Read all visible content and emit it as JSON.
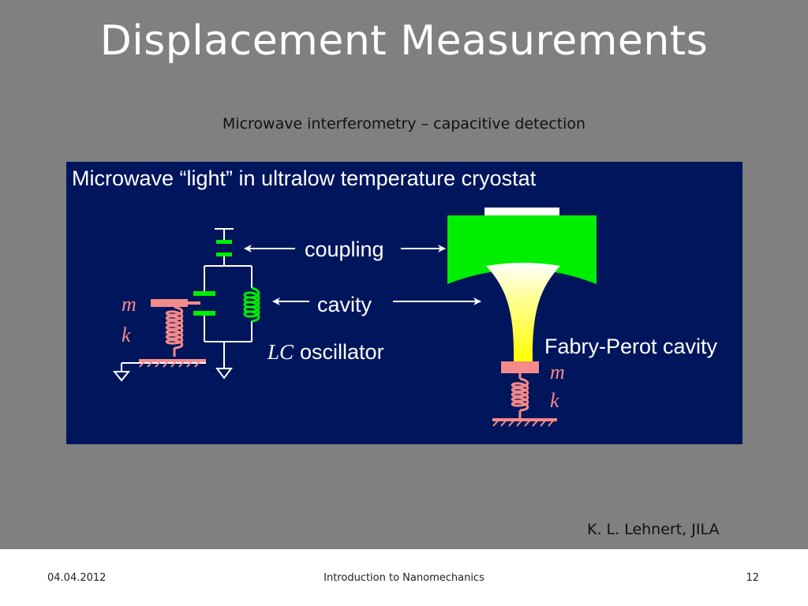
{
  "slide": {
    "title": "Displacement Measurements",
    "subtitle": "Microwave interferometry – capacitive detection",
    "credit": "K. L. Lehnert, JILA"
  },
  "figure": {
    "heading": "Microwave “light” in ultralow temperature cryostat",
    "label_coupling": "coupling",
    "label_cavity": "cavity",
    "label_lc_italic": "LC",
    "label_oscillator": "oscillator",
    "label_fabry_perot": "Fabry-Perot cavity",
    "mass_symbol_left": "m",
    "spring_symbol_left": "k",
    "mass_symbol_right": "m",
    "spring_symbol_right": "k",
    "colors": {
      "background": "#00165c",
      "capacitor_inductor": "#00ee00",
      "mass_spring": "#f58a8a",
      "mirror": "#00ee00",
      "beam": "#ffff66"
    }
  },
  "footer": {
    "date": "04.04.2012",
    "course": "Introduction to Nanomechanics",
    "page": "12"
  }
}
